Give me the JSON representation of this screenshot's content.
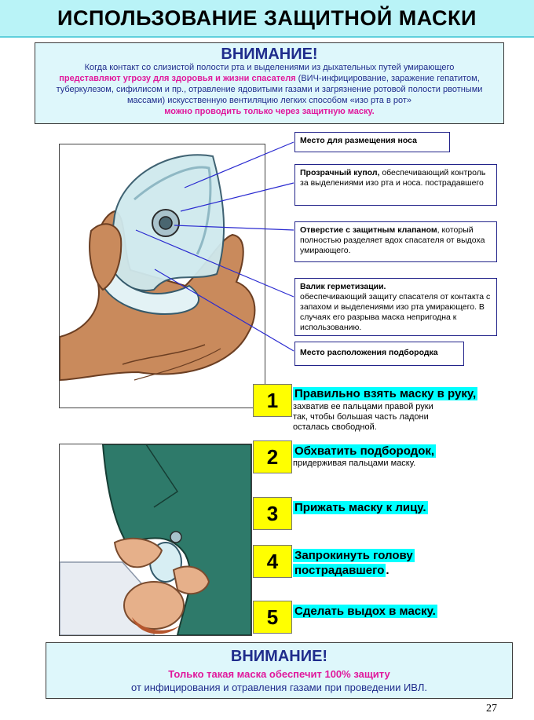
{
  "header": {
    "title": "ИСПОЛЬЗОВАНИЕ ЗАЩИТНОЙ  МАСКИ"
  },
  "warning": {
    "heading": "ВНИМАНИЕ!",
    "line1": "Когда контакт со слизистой полости рта  и выделениями из дыхательных путей умирающего",
    "line2_pink": "представляют угрозу для здоровья и жизни спасателя",
    "line2_rest": " (ВИЧ-инфицирование, заражение гепатитом,",
    "line3": "туберкулезом, сифилисом и пр., отравление ядовитыми газами и загрязнение ротовой полости рвотными",
    "line4": "массами) искусственную вентиляцию легких способом «изо рта в рот»",
    "line5_pink": "можно проводить только через защитную маску."
  },
  "callouts": [
    {
      "title": "Место для размещения носа",
      "text": ""
    },
    {
      "title": "Прозрачный купол,",
      "text": "  обеспечивающий контроль за выделениями изо рта и носа. пострадавшего"
    },
    {
      "title": "Отверстие с защитным клапаном",
      "text": ", который  полностью разделяет вдох спасателя от выдоха умирающего."
    },
    {
      "title": "Валик герметизации.",
      "text": "обеспечивающий  защиту спасателя от контакта с запахом и выделениями изо рта умирающего. В случаях его разрыва маска непригодна к использованию."
    },
    {
      "title": "Место расположения подбородка",
      "text": ""
    }
  ],
  "steps": [
    {
      "number": "1",
      "title": "Правильно взять маску в руку,",
      "desc1": "захватив ее пальцами правой руки",
      "desc2": "так, чтобы большая часть ладони",
      "desc3": "осталась свободной."
    },
    {
      "number": "2",
      "title": "Обхватить подбородок,",
      "desc1": "придерживая  пальцами маску."
    },
    {
      "number": "3",
      "title": "Прижать маску к  лицу."
    },
    {
      "number": "4",
      "title": "Запрокинуть голову",
      "title2": "пострадавшего",
      "title2_tail": "."
    },
    {
      "number": "5",
      "title": "Сделать выдох в маску."
    }
  ],
  "bottom": {
    "heading": "ВНИМАНИЕ!",
    "line1": "Только такая маска обеспечит 100% защиту",
    "line2": "от инфицирования и отравления газами при проведении ИВЛ."
  },
  "page_number": "27",
  "colors": {
    "title_bg": "#b9f3f7",
    "box_bg": "#def7fb",
    "navy": "#1f2c8c",
    "pink": "#e0189c",
    "step_yellow": "#ffff00",
    "highlight_cyan": "#00ffff"
  }
}
